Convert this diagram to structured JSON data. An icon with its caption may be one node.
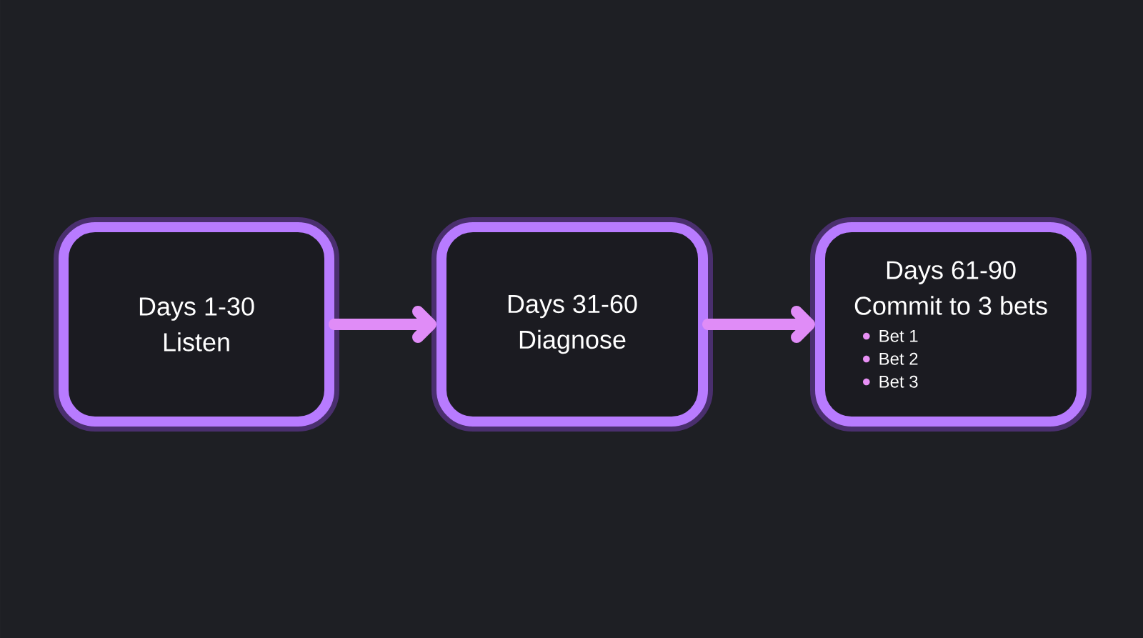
{
  "diagram": {
    "nodes": [
      {
        "text": [
          "Days 1-30",
          "Listen"
        ]
      },
      {
        "text": [
          "Days 31-60",
          "Diagnose"
        ]
      },
      {
        "text": [
          "Days 61-90",
          "Commit to 3 bets",
          "Bet 1",
          "Bet 2",
          "Bet 3"
        ]
      }
    ],
    "edges": [
      {
        "from": 0,
        "to": 1,
        "arrow": "to"
      },
      {
        "from": 1,
        "to": 2,
        "arrow": "to"
      }
    ]
  }
}
